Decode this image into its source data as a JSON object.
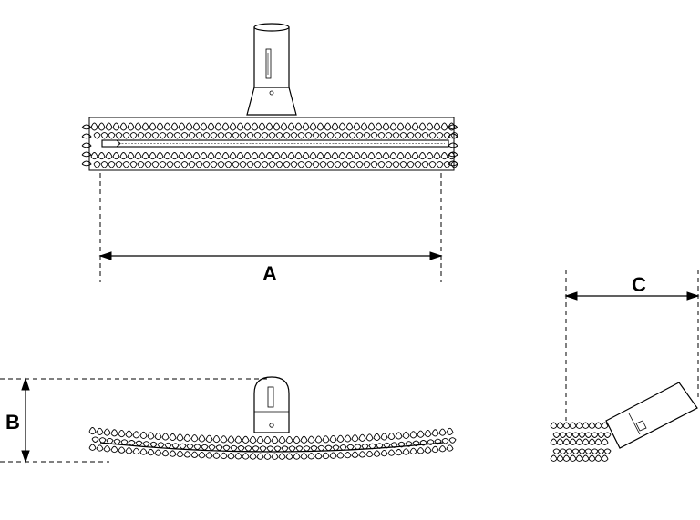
{
  "dimensions": {
    "a_label": "A",
    "b_label": "B",
    "c_label": "C"
  },
  "colors": {
    "line": "#000000",
    "background": "#ffffff"
  },
  "views": [
    "top-view",
    "front-view",
    "side-view"
  ]
}
